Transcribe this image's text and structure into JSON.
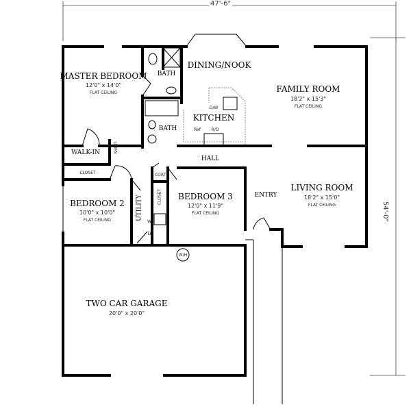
{
  "dimensions": {
    "width": "47'-6\"",
    "depth": "54'-0\""
  },
  "rooms": {
    "master_bedroom": {
      "name": "MASTER BEDROOM",
      "size": "12'0\" x 14'0\"",
      "ceiling": "FLAT CEILING"
    },
    "bath1": {
      "name": "BATH"
    },
    "bath2": {
      "name": "BATH"
    },
    "dining": {
      "name": "DINING/NOOK"
    },
    "kitchen": {
      "name": "KITCHEN",
      "dw": "D/W",
      "ref": "Ref",
      "ro": "R/O"
    },
    "family": {
      "name": "FAMILY ROOM",
      "size": "18'2\" x 15'3\"",
      "ceiling": "FLAT CEILING"
    },
    "walkin": {
      "name": "WALK-IN"
    },
    "linen": {
      "name": "LINEN"
    },
    "closet_b2": {
      "name": "CLOSET"
    },
    "hall": {
      "name": "HALL"
    },
    "coat": {
      "name": "COAT"
    },
    "closet_b3": {
      "name": "CLOSET"
    },
    "bedroom2": {
      "name": "BEDROOM 2",
      "size": "10'0\" x 10'0\"",
      "ceiling": "FLAT CEILING"
    },
    "utility": {
      "name": "UTILITY",
      "w": "W",
      "d": "D"
    },
    "bedroom3": {
      "name": "BEDROOM 3",
      "size": "12'0\" x 11'9\"",
      "ceiling": "FLAT CEILING"
    },
    "entry": {
      "name": "ENTRY"
    },
    "living": {
      "name": "LIVING ROOM",
      "size": "18'2\" x 15'0\"",
      "ceiling": "FLAT CEILING"
    },
    "garage": {
      "name": "TWO CAR GARAGE",
      "size": "20'0\" x 20'0\"",
      "wh": "W/H"
    }
  }
}
